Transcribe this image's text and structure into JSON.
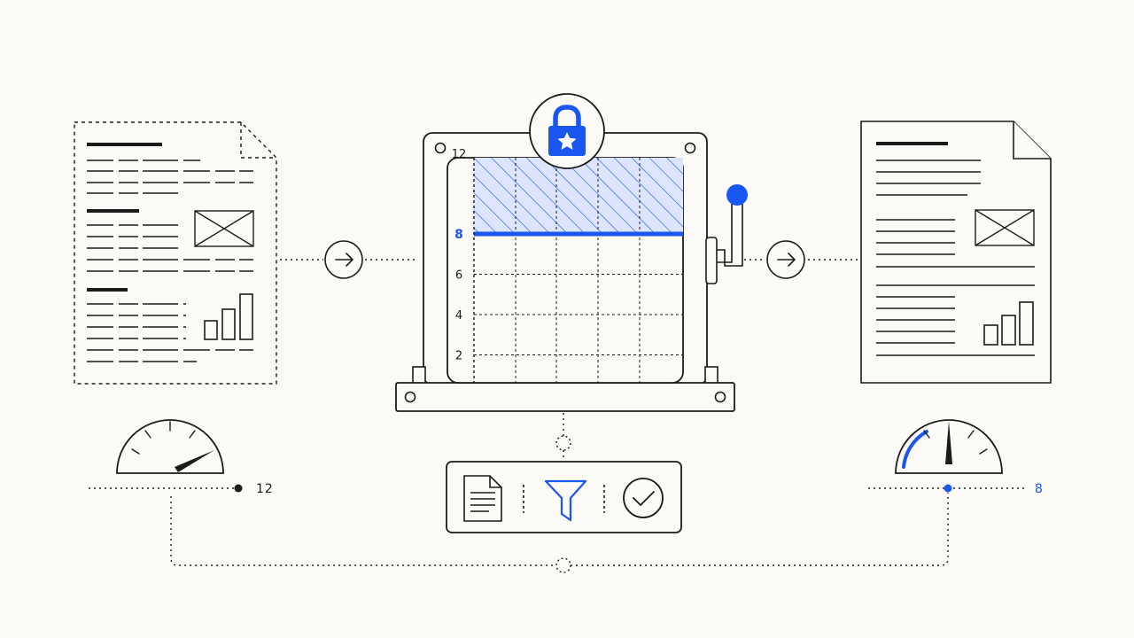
{
  "colors": {
    "background": "#fbfaf6",
    "ink": "#1b1b1b",
    "accent": "#1a56f0",
    "accent_light": "#dce5fd"
  },
  "icons": {
    "source_document": "document-icon",
    "output_document": "document-icon",
    "lock": "lock-star-icon",
    "filter_steps": [
      "document-icon",
      "funnel-icon",
      "check-circle-icon"
    ],
    "arrows": [
      "arrow-right-icon",
      "arrow-right-icon"
    ]
  },
  "press": {
    "y_ticks": [
      {
        "value": "12",
        "highlight": false
      },
      {
        "value": "8",
        "highlight": true
      },
      {
        "value": "6",
        "highlight": false
      },
      {
        "value": "4",
        "highlight": false
      },
      {
        "value": "2",
        "highlight": false
      }
    ],
    "limit_value": 8
  },
  "gauges": {
    "input": {
      "value": "12"
    },
    "output": {
      "value": "8"
    }
  }
}
